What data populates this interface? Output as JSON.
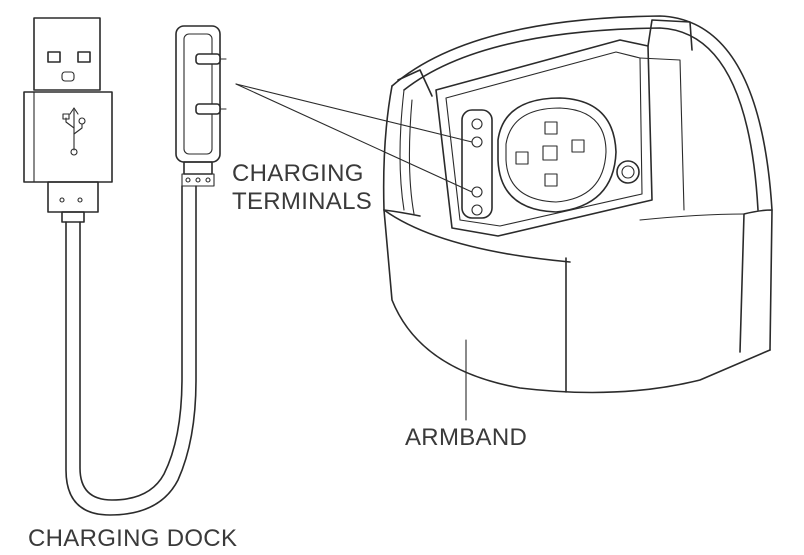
{
  "labels": {
    "charging_terminals_line1": "CHARGING",
    "charging_terminals_line2": "TERMINALS",
    "armband": "ARMBAND",
    "charging_dock": "CHARGING DOCK"
  },
  "icons": {
    "usb_symbol": "usb-icon"
  },
  "colors": {
    "line": "#2b2b2b",
    "text": "#3a3a3a",
    "background": "#ffffff"
  }
}
